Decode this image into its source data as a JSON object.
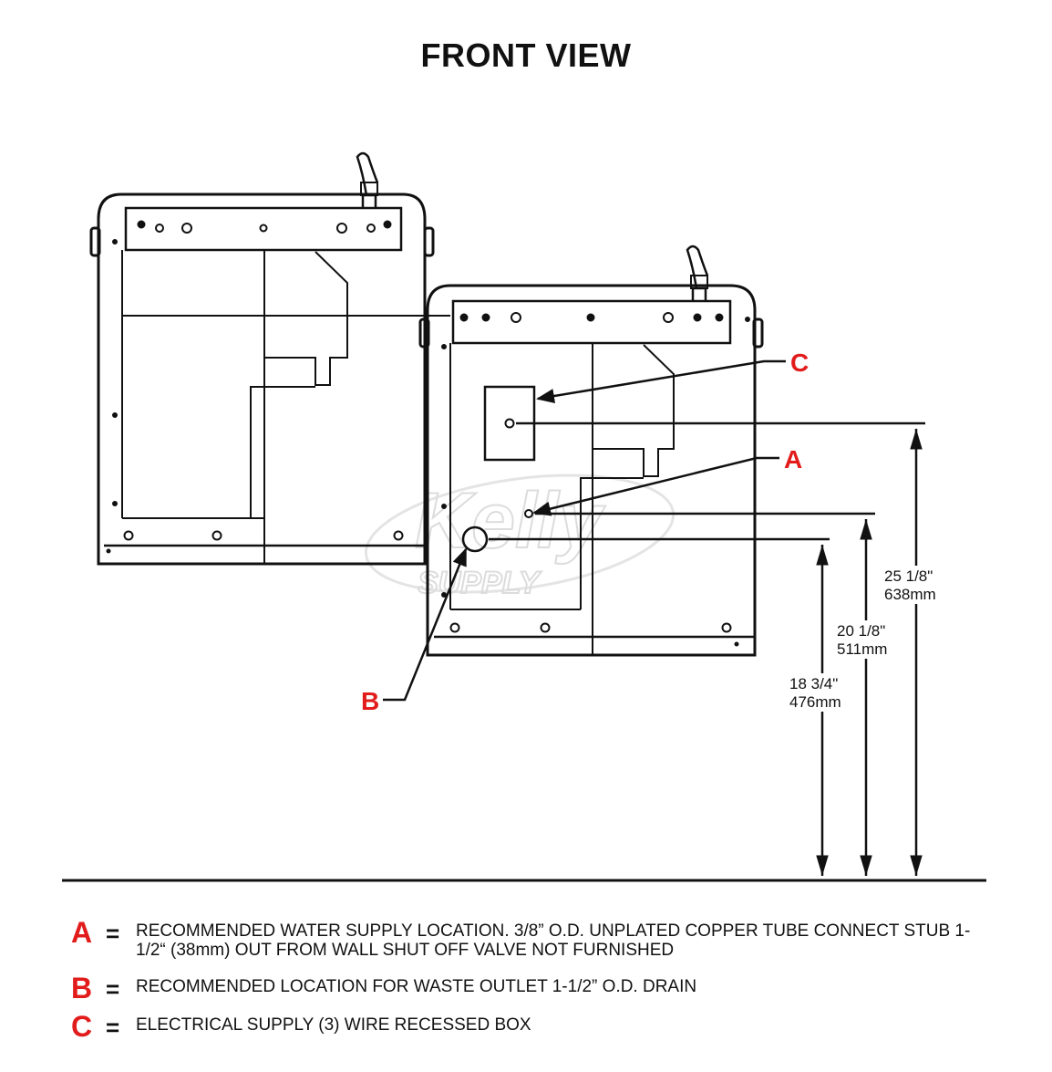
{
  "title": "FRONT VIEW",
  "callouts": {
    "a": "A",
    "b": "B",
    "c": "C"
  },
  "dimensions": [
    {
      "imperial": "25 1/8\"",
      "metric": "638mm"
    },
    {
      "imperial": "20 1/8\"",
      "metric": "511mm"
    },
    {
      "imperial": "18 3/4\"",
      "metric": "476mm"
    }
  ],
  "watermark": {
    "brand": "Kelly",
    "sub": "SUPPLY"
  },
  "legend": [
    {
      "letter": "A",
      "eq": "=",
      "text": "RECOMMENDED WATER SUPPLY LOCATION. 3/8” O.D. UNPLATED COPPER TUBE CONNECT STUB 1-1/2“ (38mm) OUT FROM WALL SHUT OFF VALVE NOT FURNISHED"
    },
    {
      "letter": "B",
      "eq": "=",
      "text": "RECOMMENDED LOCATION FOR WASTE OUTLET 1-1/2” O.D. DRAIN"
    },
    {
      "letter": "C",
      "eq": "=",
      "text": "ELECTRICAL SUPPLY (3) WIRE RECESSED BOX"
    }
  ],
  "colors": {
    "accent": "#e21b1b",
    "line": "#111111"
  }
}
